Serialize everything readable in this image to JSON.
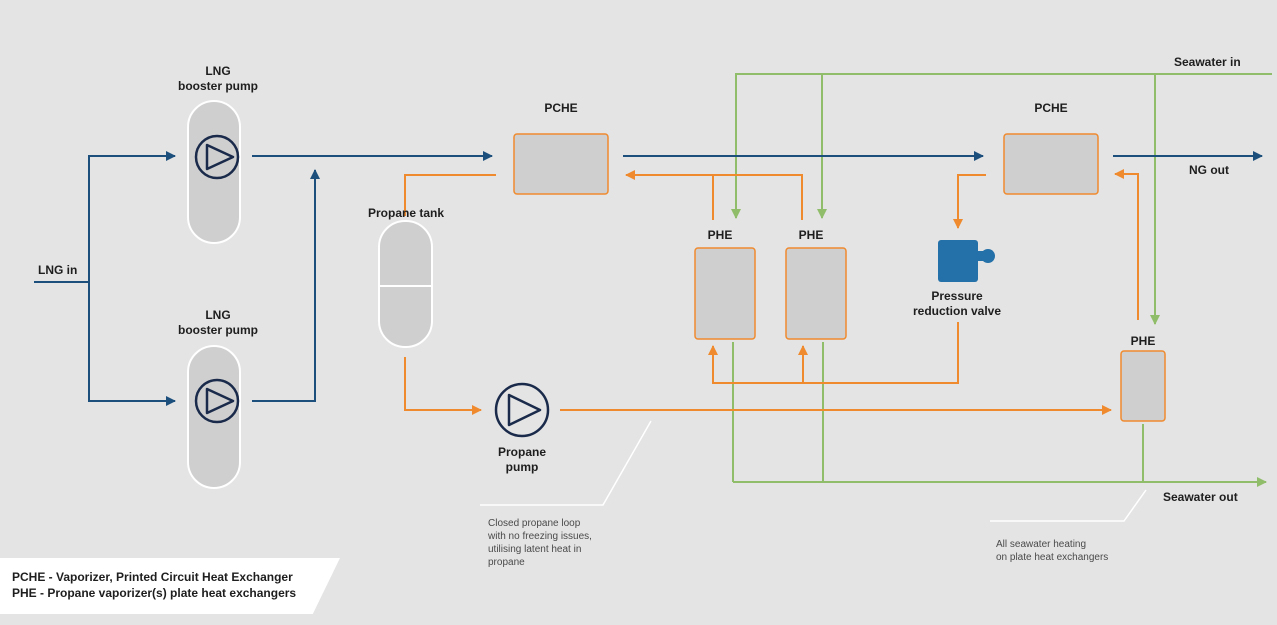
{
  "labels": {
    "lng_in": "LNG in",
    "booster_pump_top": [
      "LNG",
      "booster pump"
    ],
    "booster_pump_bottom": [
      "LNG",
      "booster pump"
    ],
    "propane_tank": "Propane tank",
    "pche_left": "PCHE",
    "pche_right": "PCHE",
    "phe_1": "PHE",
    "phe_2": "PHE",
    "phe_right": "PHE",
    "pressure_valve": [
      "Pressure",
      "reduction valve"
    ],
    "propane_pump": [
      "Propane",
      "pump"
    ],
    "ng_out": "NG out",
    "seawater_in": "Seawater in",
    "seawater_out": "Seawater out"
  },
  "notes": {
    "propane_loop": "Closed propane loop\nwith no freezing issues,\nutilising latent heat in\npropane",
    "seawater": "All seawater heating\non plate heat exchangers"
  },
  "legend": {
    "line1": "PCHE - Vaporizer, Printed Circuit Heat Exchanger",
    "line2": "PHE - Propane vaporizer(s) plate heat exchangers"
  },
  "colors": {
    "lng_line": "#1d4f7c",
    "propane_line": "#ef8a2e",
    "seawater_line": "#8fbd6a",
    "equipment_fill": "#cfcfcf",
    "background": "#e4e4e4"
  }
}
